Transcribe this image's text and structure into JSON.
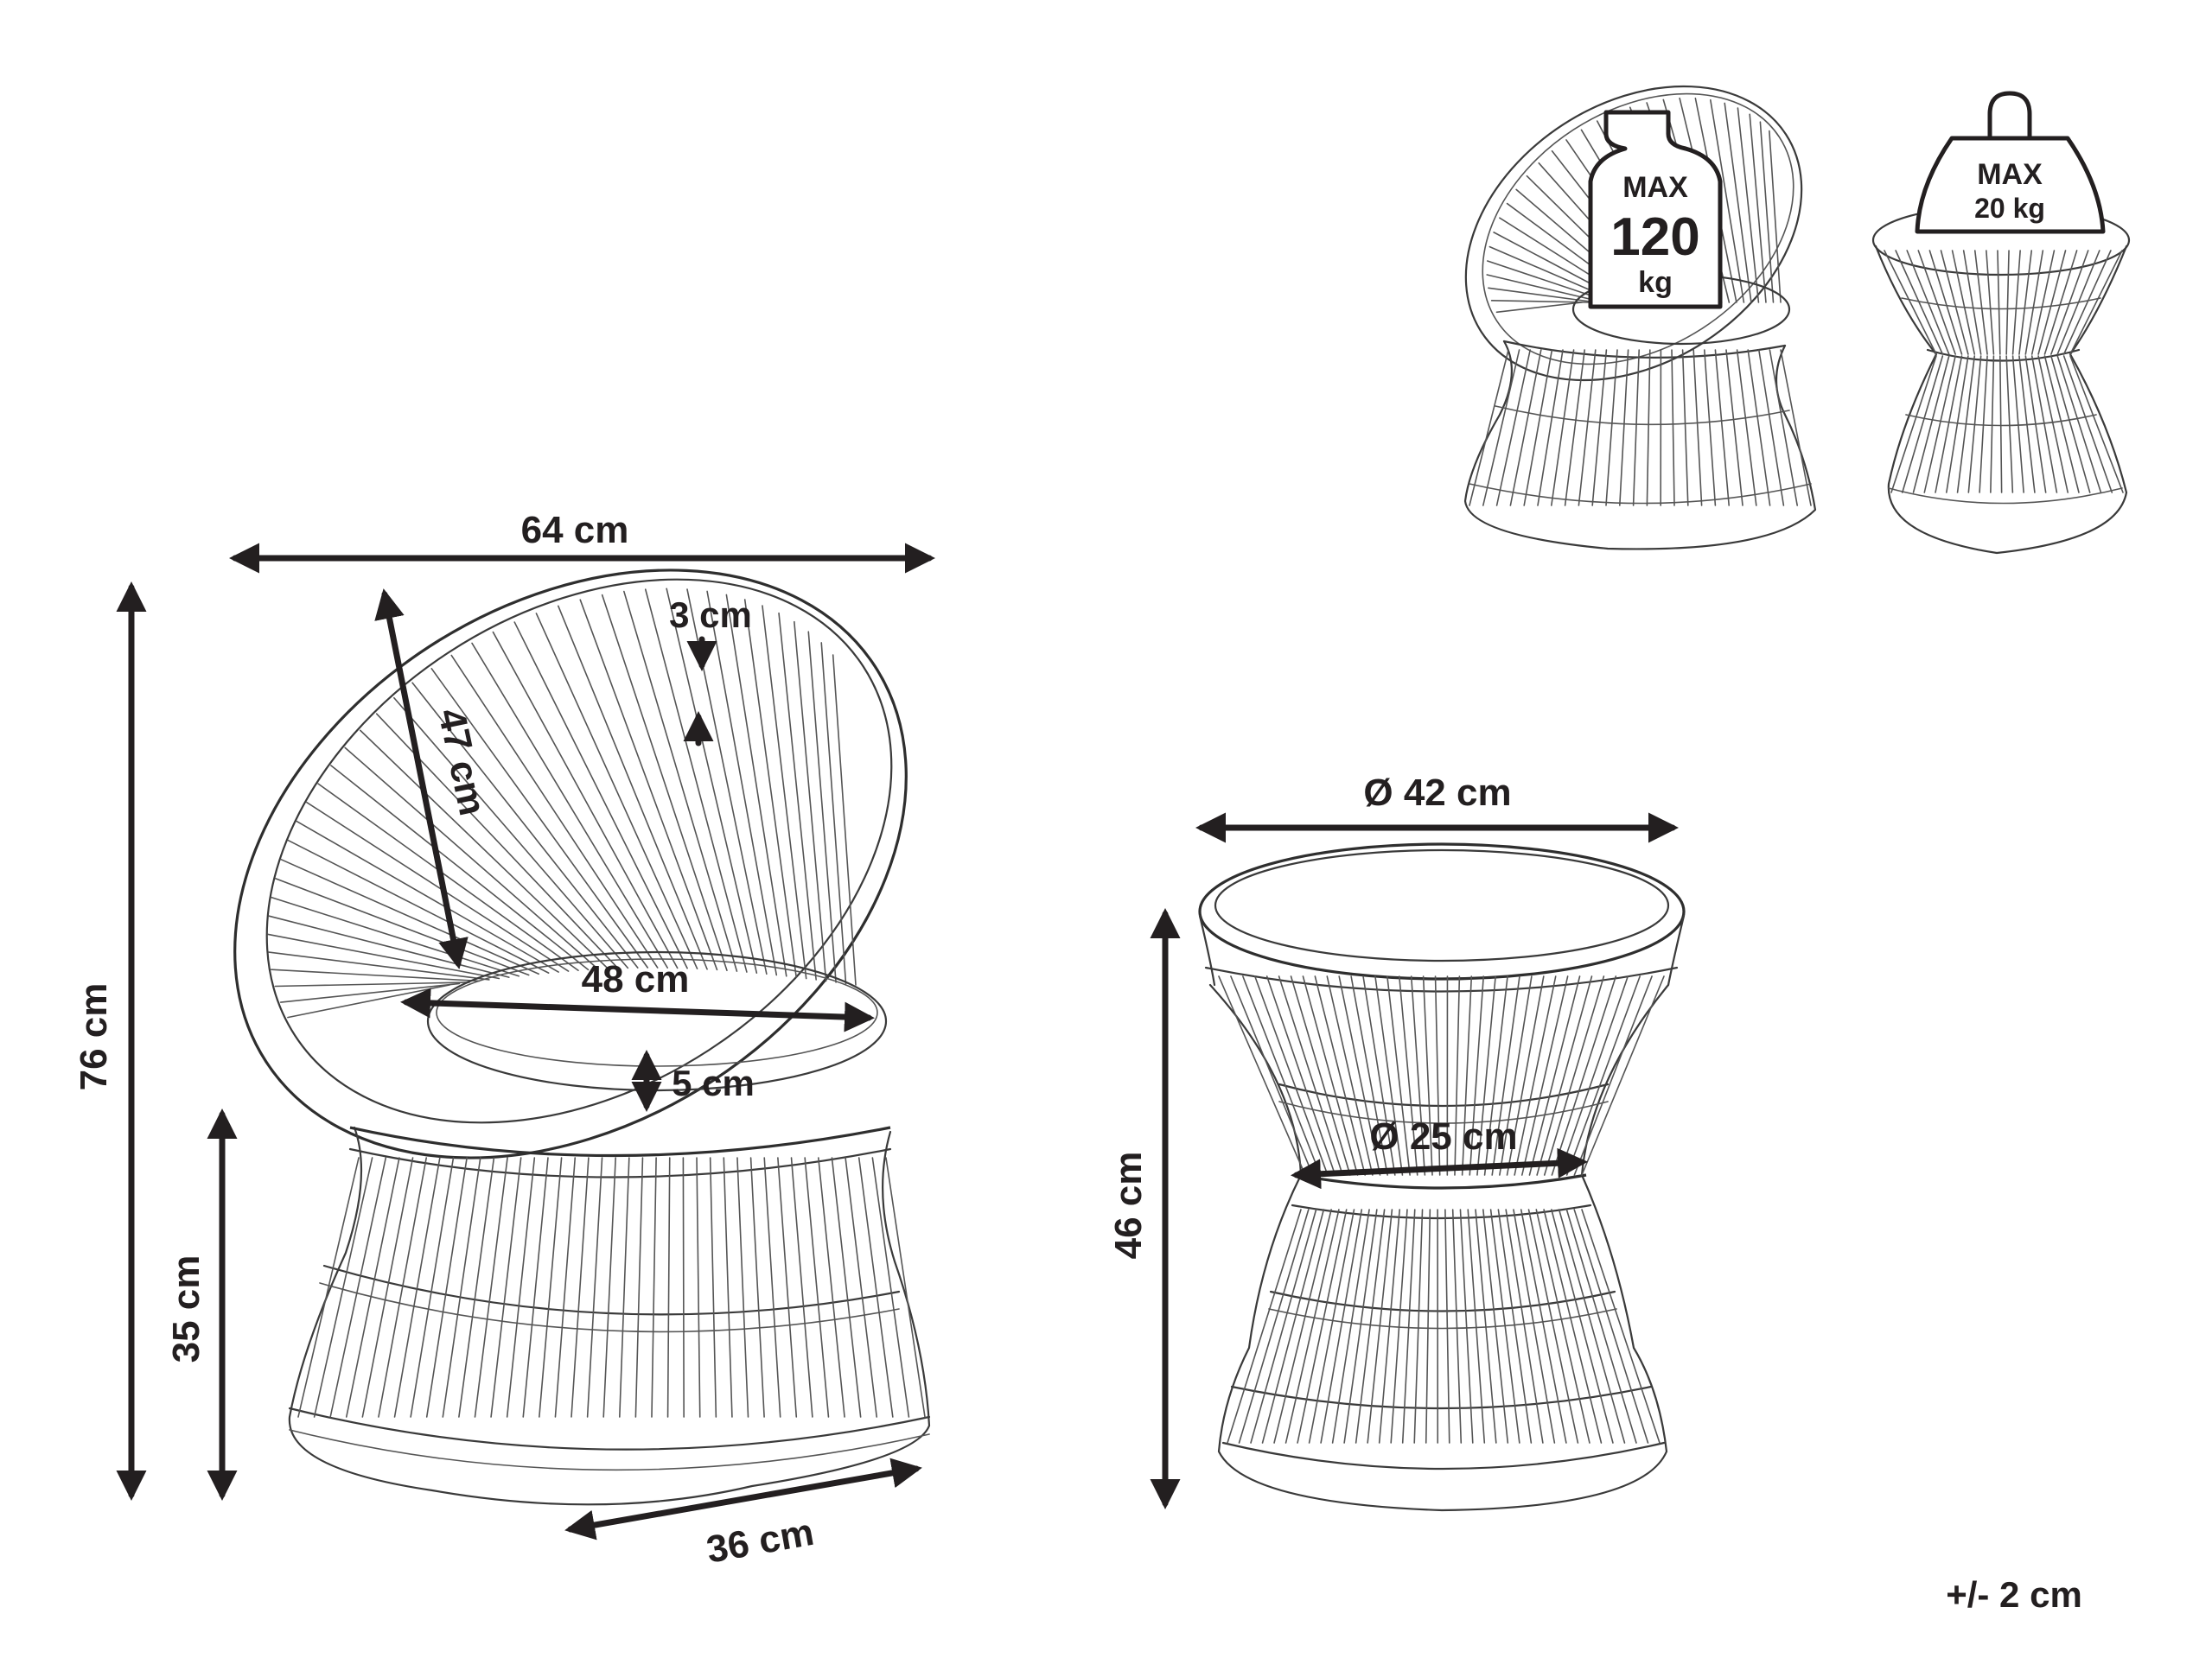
{
  "chair": {
    "width": "64 cm",
    "height": "76 cm",
    "back_height": "47 cm",
    "frame_thickness": "3 cm",
    "seat_width": "48 cm",
    "cushion_thickness": "5 cm",
    "seat_height": "35 cm",
    "base_depth": "36 cm",
    "max_load": {
      "line1": "MAX",
      "line2": "120",
      "line3": "kg"
    }
  },
  "table": {
    "top_diameter": "Ø 42 cm",
    "waist_diameter": "Ø 25 cm",
    "height": "46 cm",
    "max_load": {
      "line1": "MAX",
      "line2": "20 kg"
    }
  },
  "tolerance": "+/- 2 cm"
}
